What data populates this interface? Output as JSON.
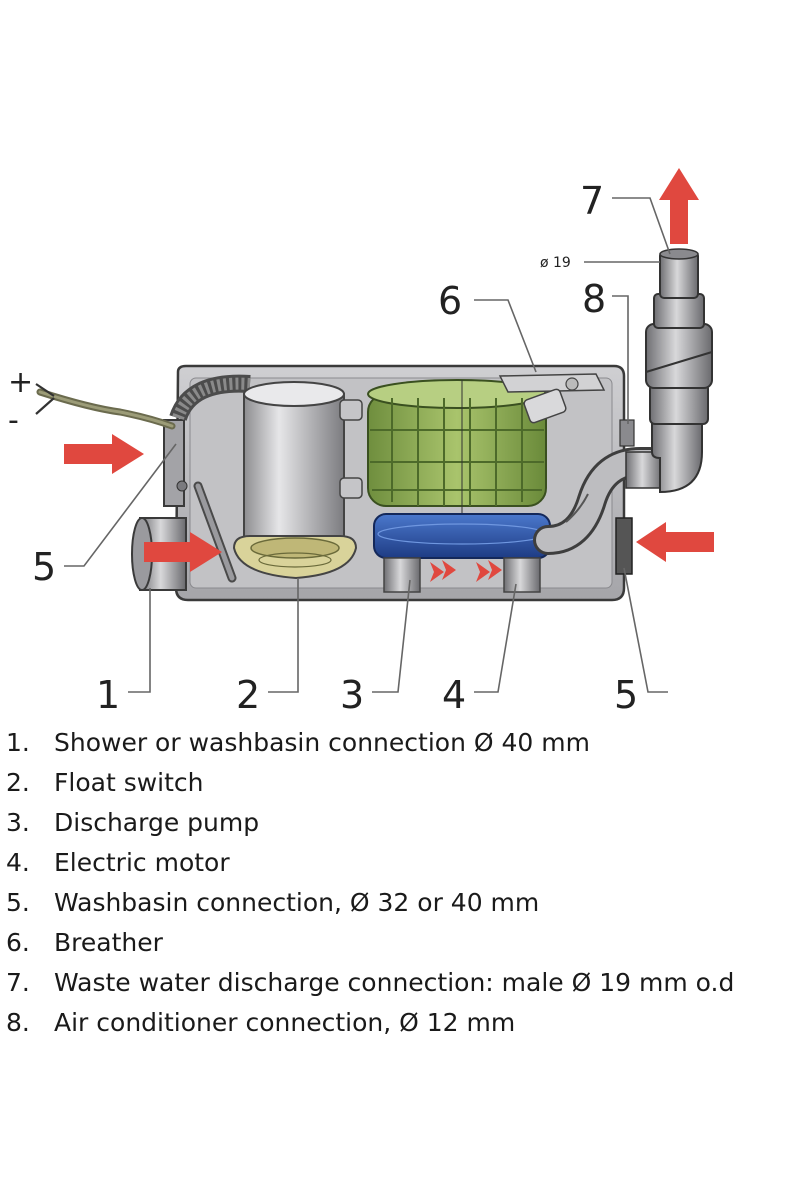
{
  "power": {
    "plus": "+",
    "minus": "-"
  },
  "callouts": {
    "c1": "1",
    "c2": "2",
    "c3": "3",
    "c4": "4",
    "c5_left": "5",
    "c5_right": "5",
    "c6": "6",
    "c7": "7",
    "c8": "8"
  },
  "outlet_diameter_label": "ø 19",
  "legend": [
    {
      "num": "1.",
      "text": "Shower or washbasin connection Ø 40 mm"
    },
    {
      "num": "2.",
      "text": "Float switch"
    },
    {
      "num": "3.",
      "text": "Discharge pump"
    },
    {
      "num": "4.",
      "text": "Electric motor"
    },
    {
      "num": "5.",
      "text": "Washbasin connection, Ø 32 or 40 mm"
    },
    {
      "num": "6.",
      "text": "Breather"
    },
    {
      "num": "7.",
      "text": "Waste water discharge connection: male Ø 19 mm o.d"
    },
    {
      "num": "8.",
      "text": "Air conditioner connection, Ø 12 mm"
    }
  ],
  "colors": {
    "flow_arrow": "#e0483f",
    "housing": "#b9b9bc",
    "filter_green": "#8fae5a",
    "pump_blue": "#2e55a8",
    "float_yellow": "#d9d39a"
  }
}
